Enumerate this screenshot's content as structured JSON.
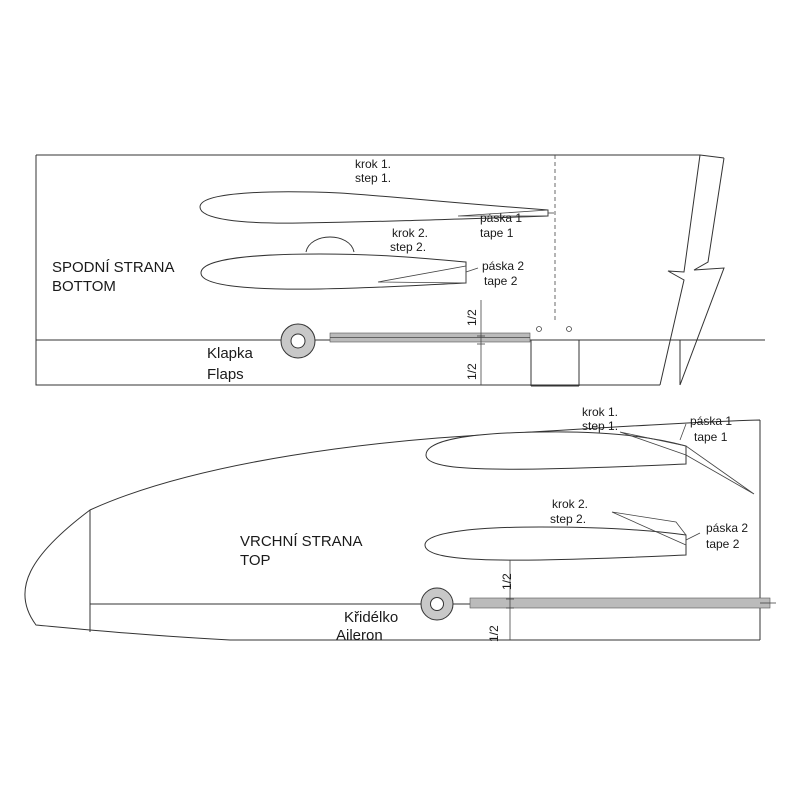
{
  "bottom_panel": {
    "title_line1": "SPODNÍ STRANA",
    "title_line2": "BOTTOM",
    "step1_cz": "krok 1.",
    "step1_en": "step 1.",
    "tape1_cz": "páska 1",
    "tape1_en": "tape 1",
    "step2_cz": "krok 2.",
    "step2_en": "step 2.",
    "tape2_cz": "páska 2",
    "tape2_en": "tape 2",
    "half_upper": "1/2",
    "half_lower": "1/2",
    "surface_cz": "Klapka",
    "surface_en": "Flaps"
  },
  "top_panel": {
    "title_line1": "VRCHNÍ STRANA",
    "title_line2": "TOP",
    "step1_cz": "krok 1.",
    "step1_en": "step 1.",
    "tape1_cz": "páska 1",
    "tape1_en": "tape 1",
    "step2_cz": "krok 2.",
    "step2_en": "step 2.",
    "tape2_cz": "páska 2",
    "tape2_en": "tape 2",
    "half_upper": "1/2",
    "half_lower": "1/2",
    "surface_cz": "Křidélko",
    "surface_en": "Aileron"
  },
  "colors": {
    "line": "#333333",
    "tape_fill": "#bbbbbb",
    "background": "#ffffff"
  }
}
